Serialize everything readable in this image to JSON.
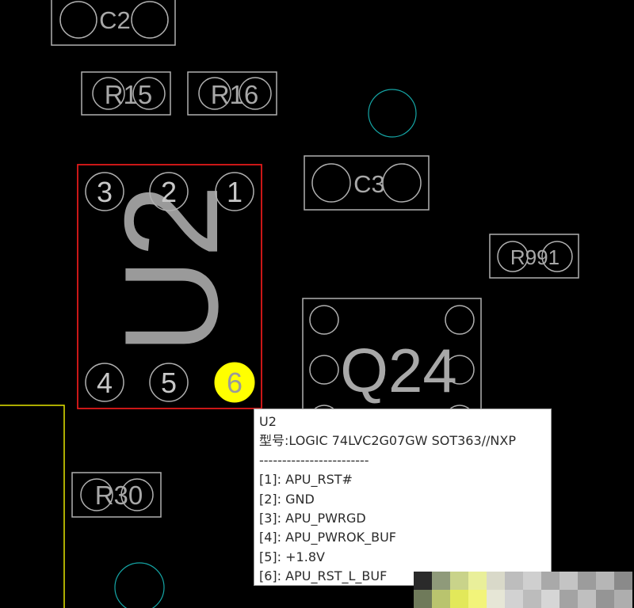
{
  "board": {
    "colors": {
      "background": "#000000",
      "outline": "#b0b0b0",
      "selected_outline": "#e01a1a",
      "pad_highlight": "#ffff00",
      "via": "#15a6a6",
      "board_edge": "#e6e600"
    },
    "components": {
      "c2": "C2",
      "r15": "R15",
      "r16": "R16",
      "c3": "C3",
      "r991": "R991",
      "u2": "U2",
      "q24": "Q24",
      "r30": "R30"
    },
    "u2_pins": [
      "1",
      "2",
      "3",
      "4",
      "5",
      "6"
    ],
    "highlighted_pin": "6"
  },
  "tooltip": {
    "title": "U2",
    "model": "型号:LOGIC 74LVC2G07GW SOT363//NXP",
    "separator": "------------------------",
    "pins": [
      "[1]: APU_RST#",
      "[2]: GND",
      "[3]: APU_PWRGD",
      "[4]: APU_PWROK_BUF",
      "[5]: +1.8V",
      "[6]: APU_RST_L_BUF"
    ]
  }
}
